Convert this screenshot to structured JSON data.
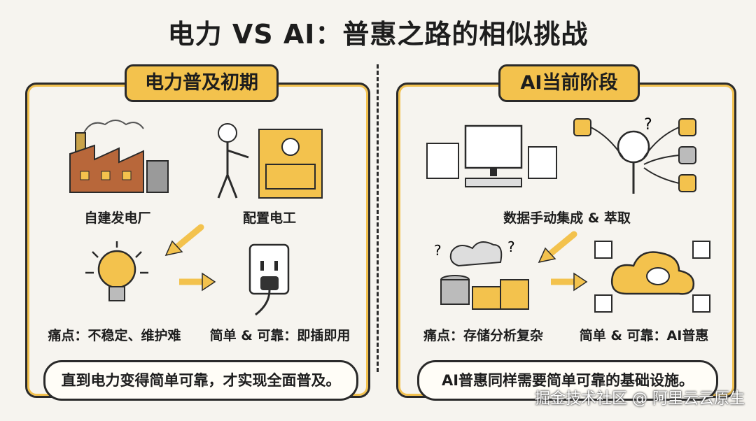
{
  "title": "电力 VS AI：普惠之路的相似挑战",
  "left": {
    "tag": "电力普及初期",
    "labels": {
      "self_built_plant": "自建发电厂",
      "electrician": "配置电工",
      "pain_point": "痛点：不稳定、维护难",
      "simple_reliable": "简单 & 可靠：即插即用"
    },
    "summary": "直到电力变得简单可靠，才实现全面普及。"
  },
  "right": {
    "tag": "AI当前阶段",
    "labels": {
      "manual_integration": "数据手动集成 & 萃取",
      "pain_point": "痛点：存储分析复杂",
      "simple_reliable": "简单 & 可靠：AI普惠"
    },
    "summary": "AI普惠同样需要简单可靠的基础设施。"
  },
  "watermark": "掘金技术社区 @ 阿里云云原生",
  "colors": {
    "accent": "#f3c24d",
    "ink": "#2a2a2a",
    "background": "#f6f4ef"
  }
}
